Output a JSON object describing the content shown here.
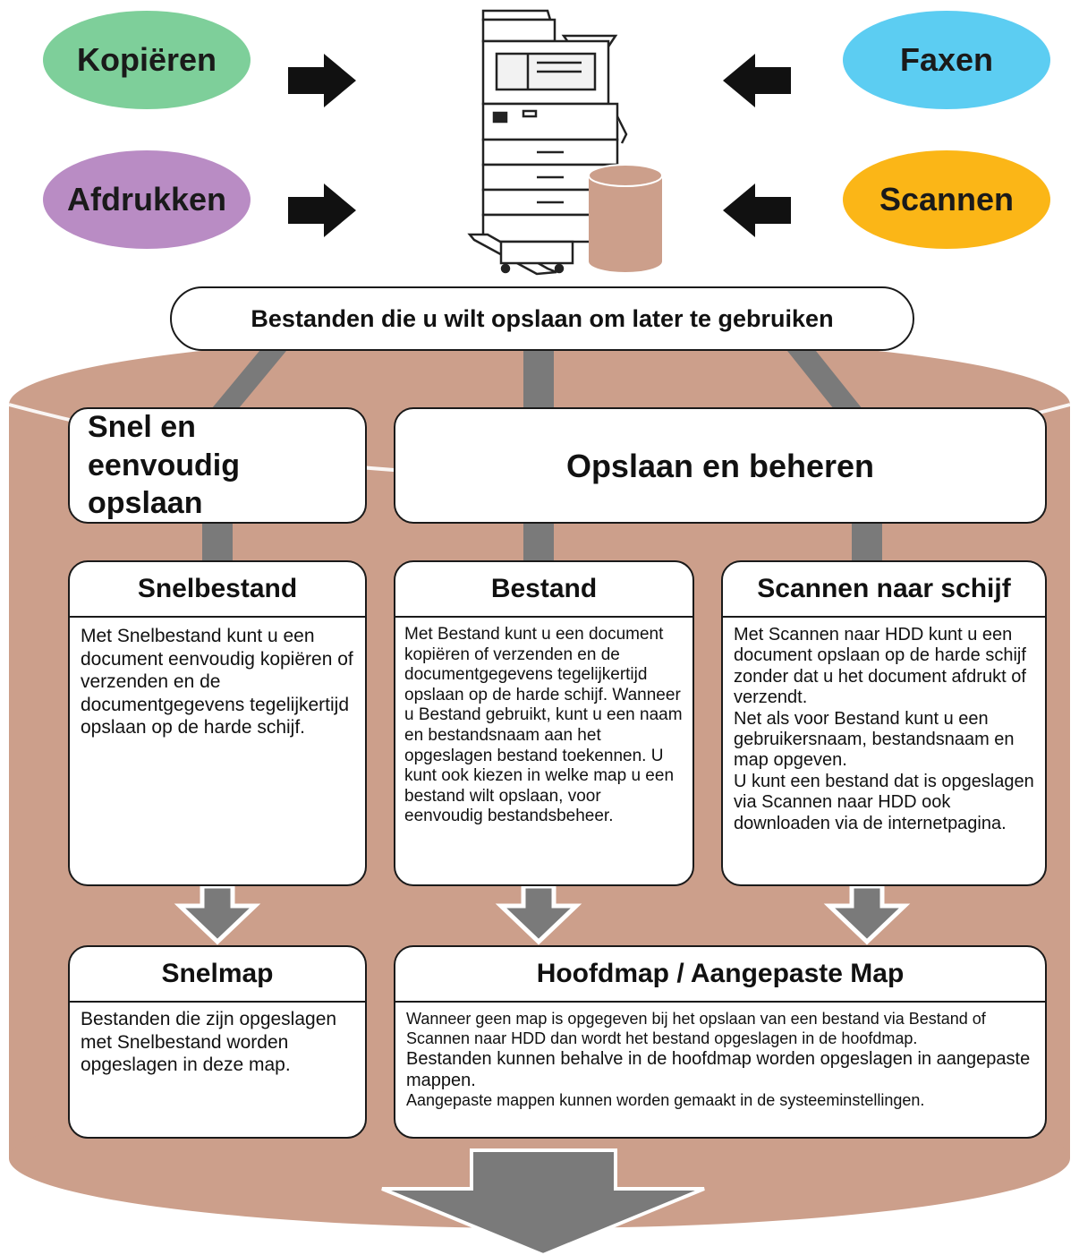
{
  "sources": {
    "copy": "Kopiëren",
    "print": "Afdrukken",
    "fax": "Faxen",
    "scan": "Scannen"
  },
  "banner": "Bestanden die u wilt opslaan om later te gebruiken",
  "categories": {
    "quick": "Snel en eenvoudig opslaan",
    "manage": "Opslaan en beheren"
  },
  "features": {
    "quick_file": {
      "title": "Snelbestand",
      "body": "Met Snelbestand kunt u een document eenvoudig kopiëren of verzenden en de documentgegevens tegelijkertijd opslaan op de harde schijf."
    },
    "file": {
      "title": "Bestand",
      "body": "Met Bestand kunt u een document kopiëren of verzenden en de documentgegevens tegelijkertijd opslaan op de harde schijf. Wanneer u Bestand gebruikt, kunt u een naam en bestandsnaam aan het opgeslagen bestand toekennen. U kunt ook kiezen in welke map u een bestand wilt opslaan, voor eenvoudig bestandsbeheer."
    },
    "scan_to_disk": {
      "title": "Scannen naar schijf",
      "body_lines": [
        "Met Scannen naar HDD kunt u een document opslaan op de harde schijf zonder dat u het document afdrukt of verzendt.",
        "Net als voor Bestand kunt u een gebruikersnaam, bestandsnaam en map opgeven.",
        "U kunt een bestand dat is opgeslagen via Scannen naar HDD ook downloaden via de internetpagina."
      ]
    }
  },
  "folders": {
    "quick_folder": {
      "title": "Snelmap",
      "body": "Bestanden die zijn opgeslagen met Snelbestand worden opgeslagen in deze map."
    },
    "main_custom": {
      "title": "Hoofdmap / Aangepaste Map",
      "body_lines": [
        "Wanneer geen map is opgegeven bij het opslaan van een bestand via Bestand of Scannen naar HDD dan wordt het bestand opgeslagen in de hoofdmap.",
        "Bestanden kunnen behalve in de hoofdmap worden opgeslagen in aangepaste mappen.",
        "Aangepaste mappen kunnen worden gemaakt in de systeeminstellingen."
      ]
    }
  },
  "colors": {
    "copy": "#7ecf9a",
    "print": "#b98cc4",
    "fax": "#5ccdf2",
    "scan": "#fbb617",
    "storage": "#cc9f8b",
    "arrow": "#7a7a7a"
  },
  "icons": [
    "printer-icon",
    "storage-icon",
    "arrow-icon"
  ]
}
